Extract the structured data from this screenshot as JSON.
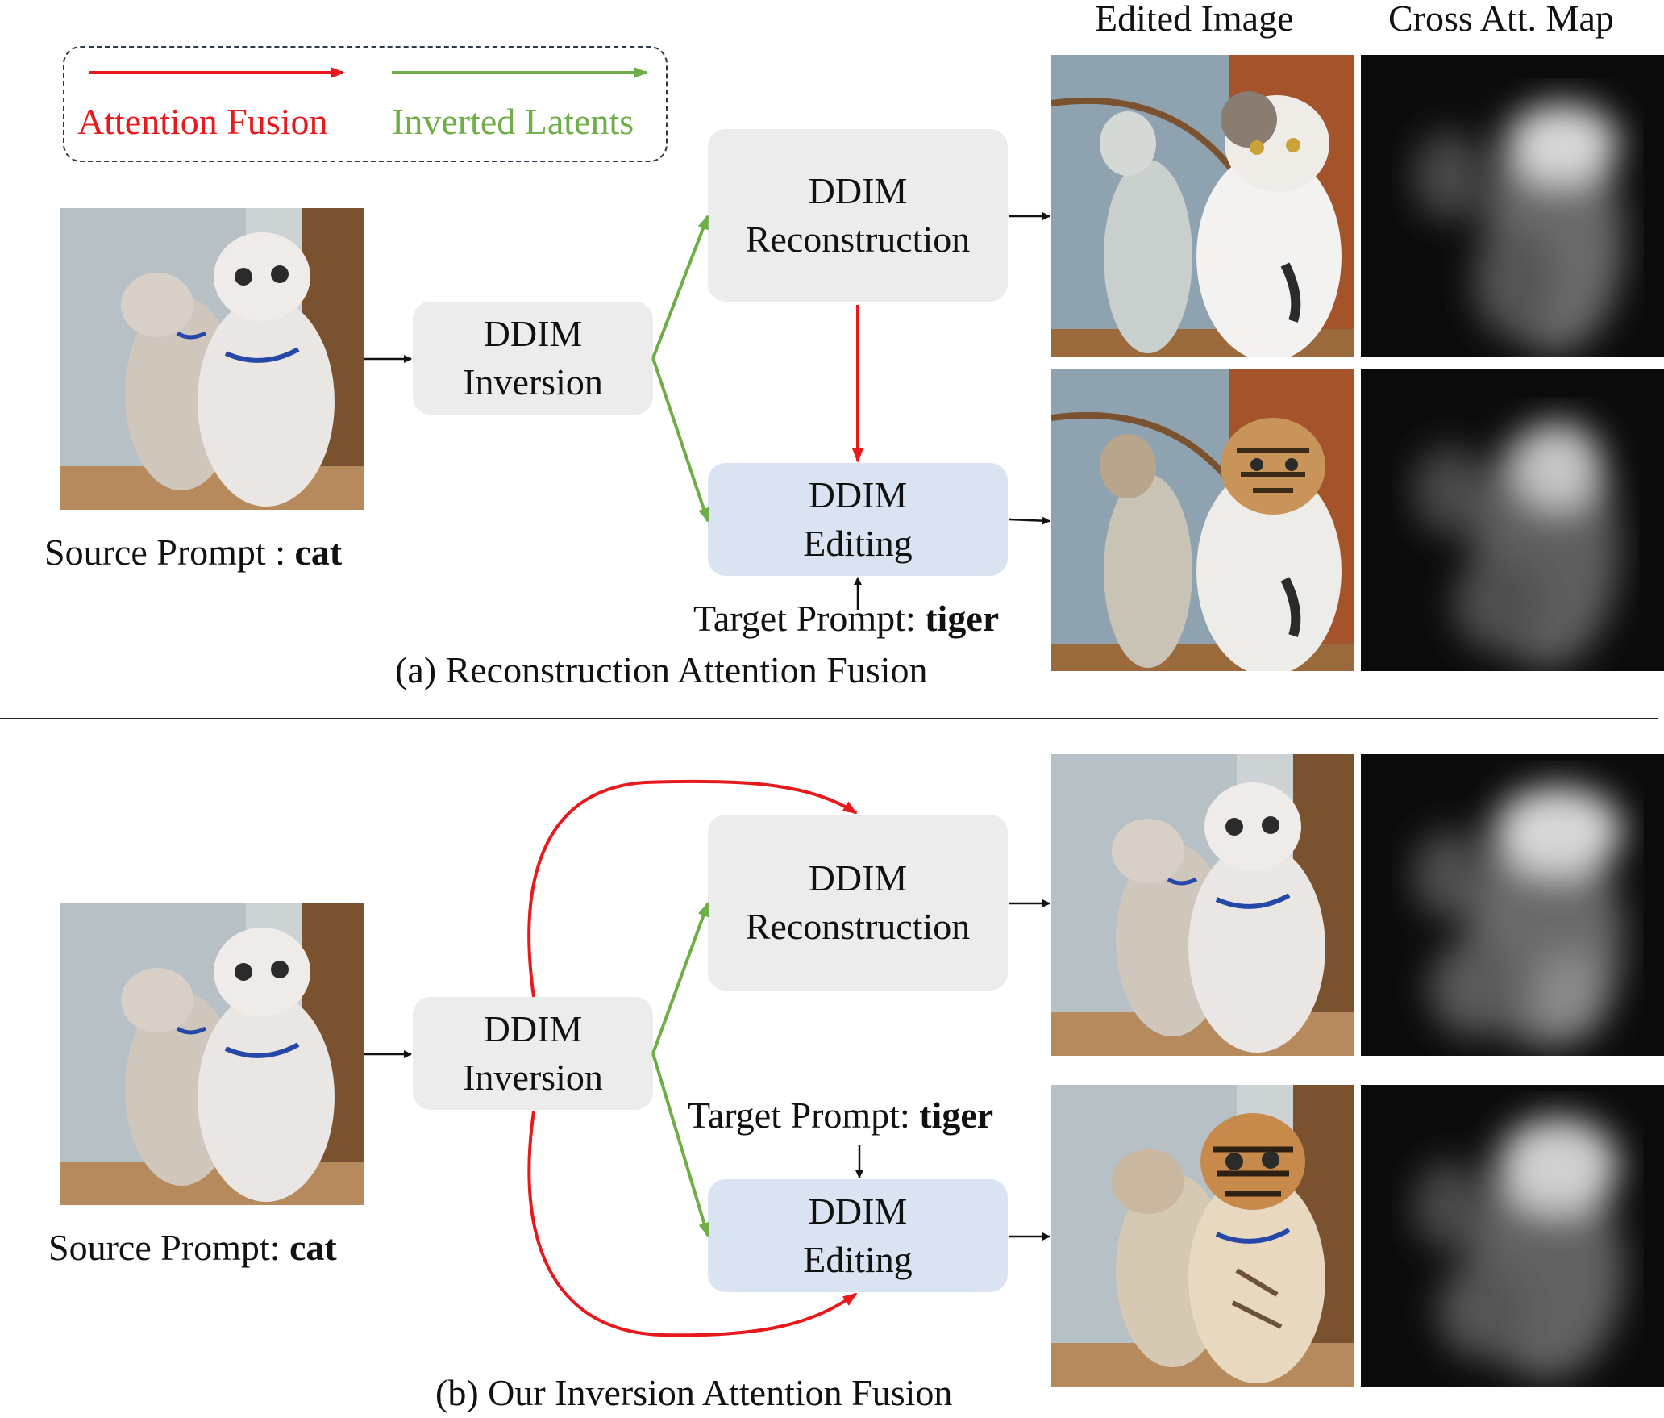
{
  "legend": {
    "attention_fusion": "Attention Fusion",
    "inverted_latents": "Inverted Latents",
    "attention_color": "#e8191c",
    "latent_color": "#6fad46"
  },
  "headers": {
    "edited_image": "Edited Image",
    "cross_att_map": "Cross Att. Map"
  },
  "panel_a": {
    "source_prompt_label": "Source Prompt : ",
    "source_prompt_word": "cat",
    "inversion": [
      "DDIM",
      "Inversion"
    ],
    "reconstruction": [
      "DDIM",
      "Reconstruction"
    ],
    "editing": [
      "DDIM",
      "Editing"
    ],
    "target_prompt_label": "Target Prompt: ",
    "target_prompt_word": "tiger",
    "caption": "(a) Reconstruction Attention Fusion"
  },
  "panel_b": {
    "source_prompt_label": "Source Prompt: ",
    "source_prompt_word": "cat",
    "inversion": [
      "DDIM",
      "Inversion"
    ],
    "reconstruction": [
      "DDIM",
      "Reconstruction"
    ],
    "editing": [
      "DDIM",
      "Editing"
    ],
    "target_prompt_label": "Target Prompt: ",
    "target_prompt_word": "tiger",
    "caption": "(b) Our Inversion Attention Fusion"
  }
}
